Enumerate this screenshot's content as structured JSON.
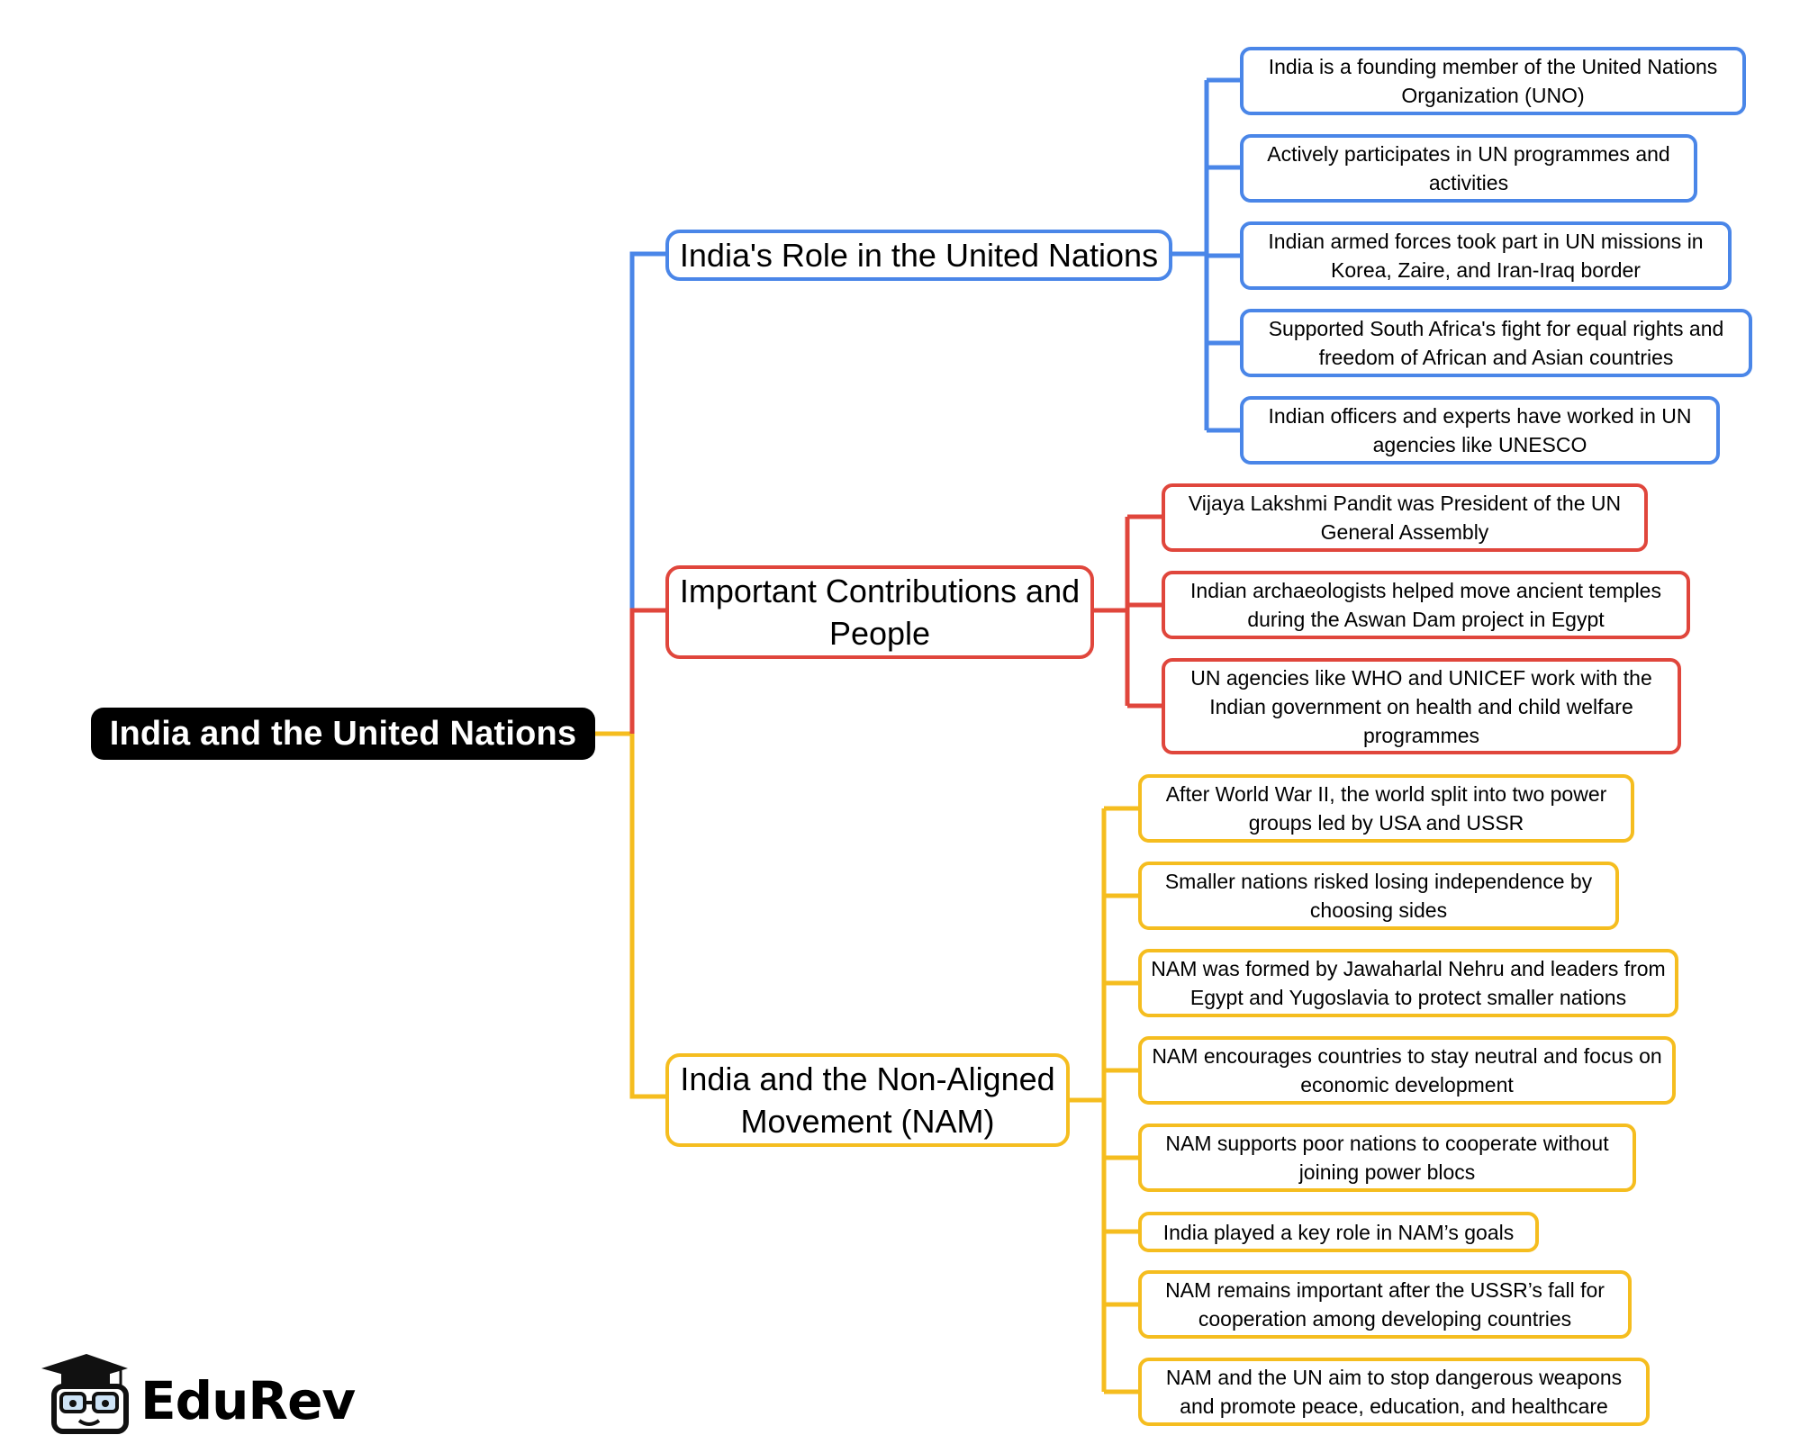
{
  "root": {
    "label": "India and the United Nations"
  },
  "branches": [
    {
      "label": "India's Role in the United Nations",
      "color": "#4a86e8",
      "items": [
        "India is a founding member of the United Nations Organization (UNO)",
        "Actively participates in UN programmes and activities",
        "Indian armed forces took part in UN missions in Korea, Zaire, and Iran-Iraq border",
        "Supported South Africa's fight for equal rights and freedom of African and Asian countries",
        "Indian officers and experts have worked in UN agencies like UNESCO"
      ]
    },
    {
      "label": "Important Contributions and People",
      "color": "#e0463c",
      "items": [
        "Vijaya Lakshmi Pandit was President of the UN General Assembly",
        "Indian archaeologists helped move ancient temples during the Aswan Dam project in Egypt",
        "UN agencies like WHO and UNICEF work with the Indian government on health and child welfare programmes"
      ]
    },
    {
      "label": "India and the Non-Aligned Movement (NAM)",
      "color": "#f5bd1f",
      "items": [
        "After World War II, the world split into two power groups led by USA and USSR",
        "Smaller nations risked losing independence by choosing sides",
        "NAM was formed by Jawaharlal Nehru and leaders from Egypt and Yugoslavia to protect smaller nations",
        "NAM encourages countries to stay neutral and focus on economic development",
        "NAM supports poor nations to cooperate without joining power blocs",
        "India played a key role in NAM’s goals",
        "NAM remains important after the USSR’s fall for cooperation among developing countries",
        "NAM and the UN aim to stop dangerous weapons and promote peace, education, and healthcare"
      ]
    }
  ],
  "logo": {
    "text": "EduRev"
  }
}
